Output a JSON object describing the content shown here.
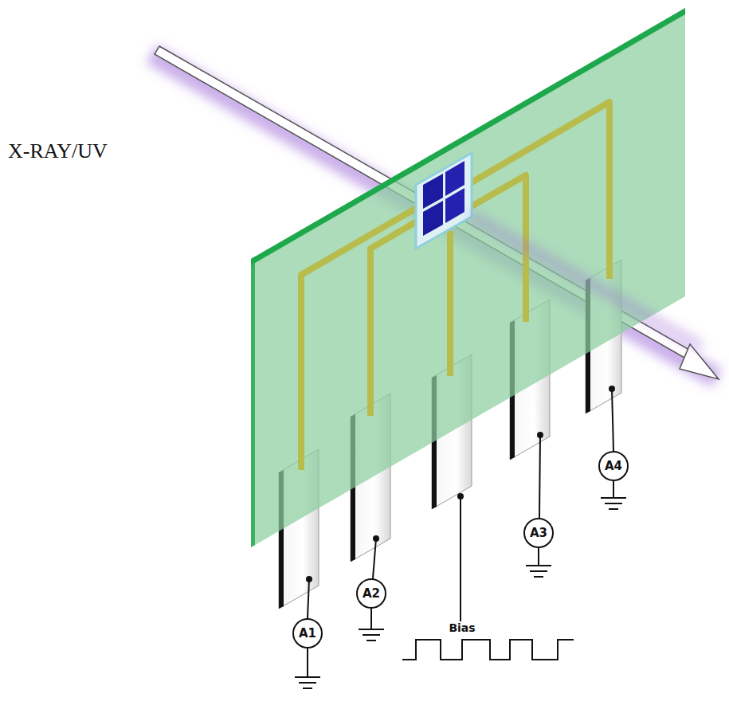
{
  "diagram": {
    "nodes": [
      {
        "text": [
          "A1"
        ]
      },
      {
        "text": [
          "A2"
        ]
      },
      {
        "text": [
          "A3"
        ]
      },
      {
        "text": [
          "A4"
        ]
      }
    ],
    "labels": [
      "X-RAY/UV",
      "Bias"
    ]
  }
}
